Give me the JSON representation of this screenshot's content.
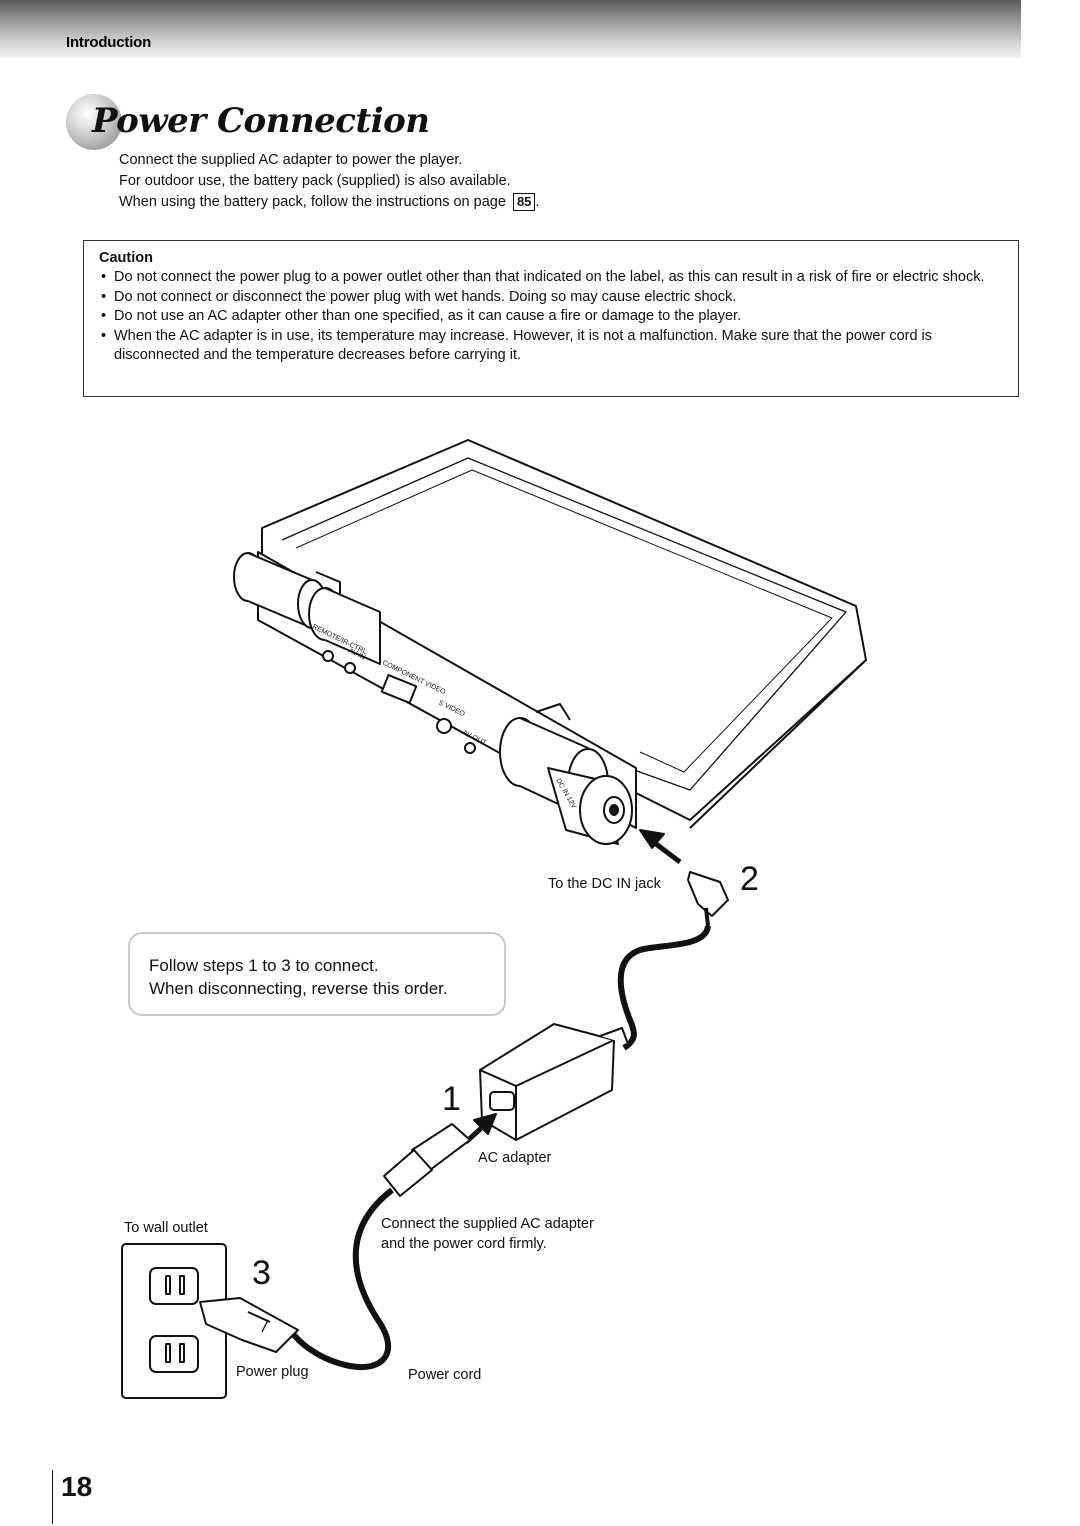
{
  "header": {
    "section": "Introduction"
  },
  "title": "Power Connection",
  "intro": {
    "line1": "Connect the supplied AC adapter to power the player.",
    "line2": "For outdoor use, the battery pack (supplied) is also available.",
    "line3": "When using the battery pack, follow the instructions on page",
    "page_ref": "85",
    "line3_end": "."
  },
  "caution": {
    "title": "Caution",
    "items": [
      "Do not connect the power plug to a power outlet other than that indicated on the label, as this can result in a risk of fire or electric shock.",
      "Do not connect or disconnect the power plug with wet hands. Doing so may cause electric shock.",
      "Do not use an AC adapter other than one specified, as it can cause a fire or damage to the player.",
      "When the AC adapter is in use, its temperature may increase. However, it is not a malfunction. Make sure that the power cord is disconnected and the temperature decreases before carrying it."
    ]
  },
  "illustration": {
    "device_labels": {
      "remote": "REMOTE/IR-CTRL",
      "av_in": "AV IN",
      "component": "COMPONENT VIDEO",
      "s_video": "S VIDEO",
      "av_out": "AV OUT",
      "dc_in": "DC IN 12V"
    },
    "labels": {
      "dc_in_jack": "To the DC IN jack",
      "ac_adapter": "AC adapter",
      "wall_outlet": "To wall outlet",
      "connect_note_1": "Connect the supplied AC adapter",
      "connect_note_2": "and the power cord firmly.",
      "power_plug": "Power plug",
      "power_cord": "Power cord"
    },
    "steps": {
      "s1": "1",
      "s2": "2",
      "s3": "3"
    },
    "note": {
      "line1": "Follow steps 1 to 3 to connect.",
      "line2": "When disconnecting, reverse this order."
    }
  },
  "page_number": "18"
}
